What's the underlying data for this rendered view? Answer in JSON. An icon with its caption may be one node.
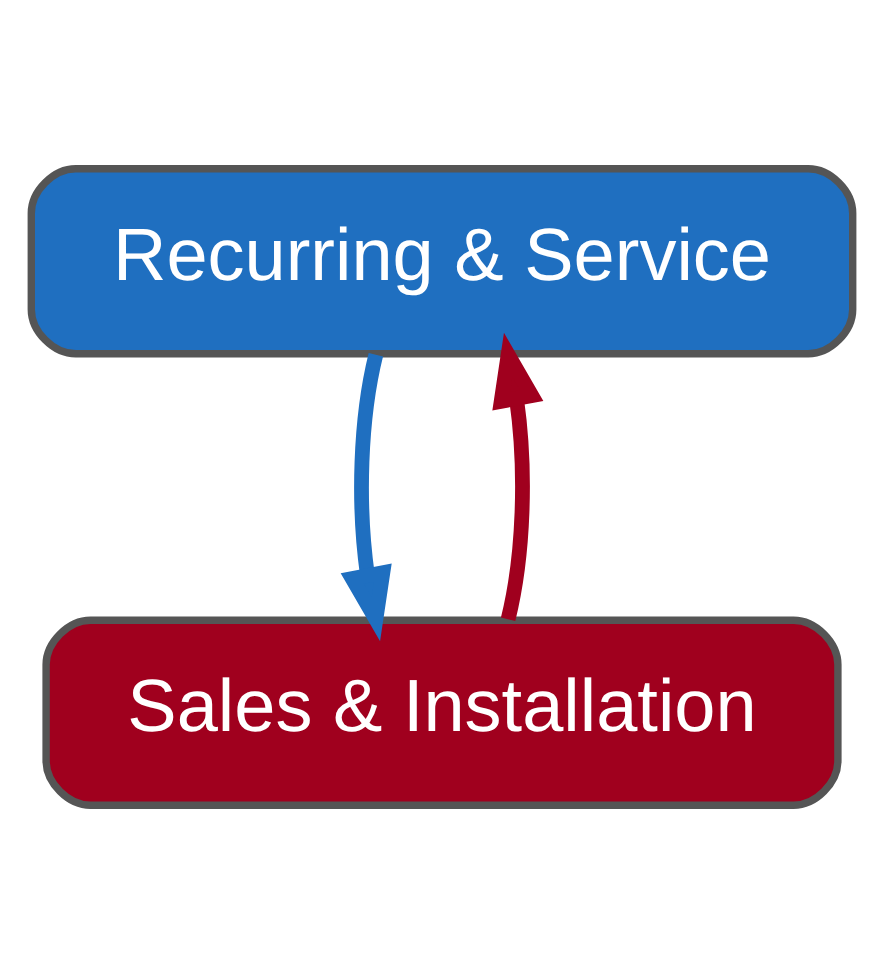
{
  "diagram": {
    "nodes": [
      {
        "text": [
          "Recurring & Service"
        ]
      },
      {
        "text": [
          "Sales & Installation"
        ]
      }
    ],
    "edges": [
      {
        "from": 0,
        "to": 1,
        "arrow": "to",
        "color": "#1f6fc0"
      },
      {
        "from": 1,
        "to": 0,
        "arrow": "to",
        "color": "#a0001e"
      }
    ]
  }
}
